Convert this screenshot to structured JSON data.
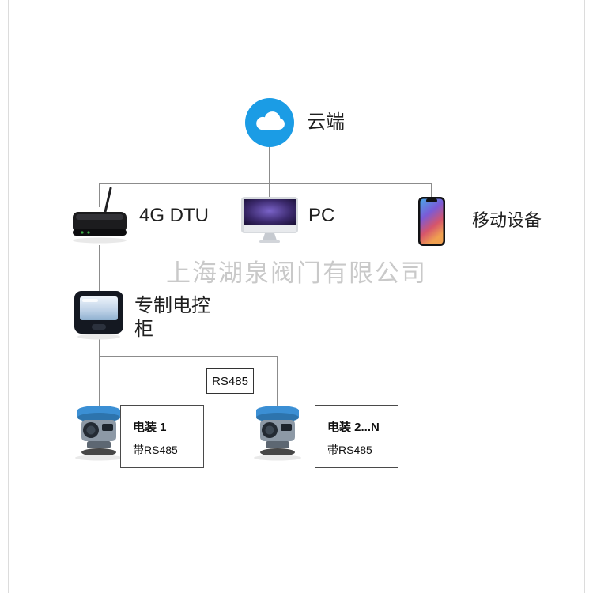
{
  "watermark": {
    "text": "上海湖泉阀门有限公司",
    "color": "#c9c9c9"
  },
  "colors": {
    "cloud_blue": "#1b9ce5",
    "actuator_blue": "#3b8fd4",
    "connector_gray": "#8c8c8c",
    "background": "#ffffff"
  },
  "nodes": {
    "cloud": {
      "label": "云端"
    },
    "dtu": {
      "label": "4G DTU"
    },
    "pc": {
      "label": "PC"
    },
    "mobile": {
      "label": "移动设备"
    },
    "cabinet": {
      "label": "专制电控柜"
    },
    "bus": {
      "label": "RS485"
    },
    "actuator1": {
      "title": "电装 1",
      "subtitle": "带RS485"
    },
    "actuator2": {
      "title": "电装 2...N",
      "subtitle": "带RS485"
    }
  }
}
